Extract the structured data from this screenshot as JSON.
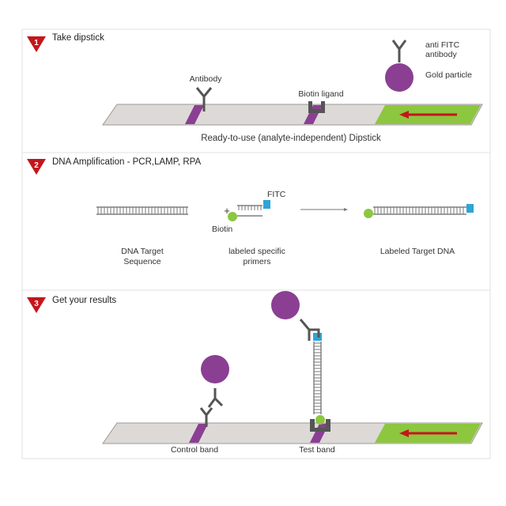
{
  "colors": {
    "accent_red": "#c4161c",
    "purple": "#8a3f93",
    "green": "#8dc63f",
    "cyan": "#2fa4d6",
    "gray_strip": "#ddd9d7",
    "dark_gray": "#555555"
  },
  "step1": {
    "number": "1",
    "title": "Take dipstick",
    "antibody_label": "Antibody",
    "biotin_ligand_label": "Biotin ligand",
    "legend_antibody_line1": "anti FITC",
    "legend_antibody_line2": "antibody",
    "legend_gold_label": "Gold particle",
    "caption": "Ready-to-use (analyte-independent) Dipstick"
  },
  "step2": {
    "number": "2",
    "title": "DNA Amplification - PCR,LAMP, RPA",
    "plus": "+",
    "fitc_label": "FITC",
    "biotin_label": "Biotin",
    "dna_target_line1": "DNA Target",
    "dna_target_line2": "Sequence",
    "primers_line1": "labeled specific",
    "primers_line2": "primers",
    "labeled_dna_label": "Labeled Target DNA"
  },
  "step3": {
    "number": "3",
    "title": "Get your results",
    "control_band_label": "Control band",
    "test_band_label": "Test band"
  }
}
